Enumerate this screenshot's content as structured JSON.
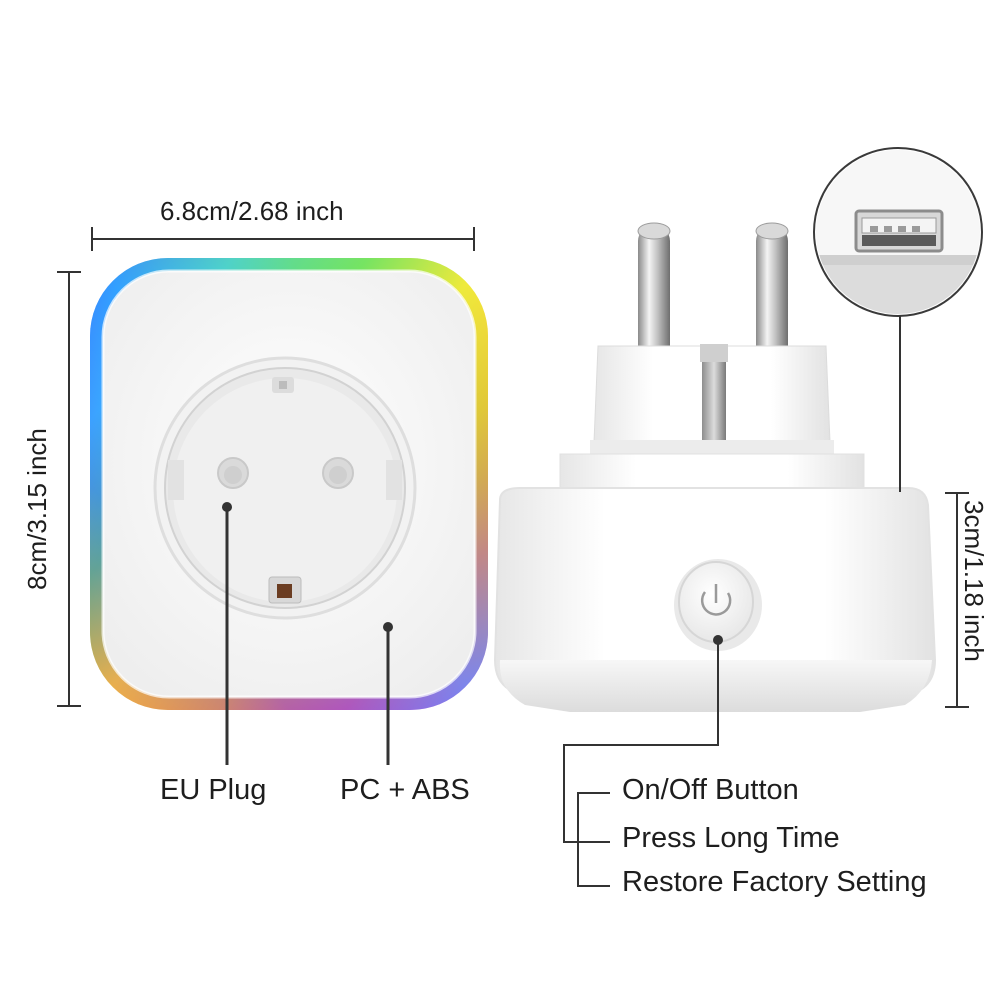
{
  "dimensions": {
    "width": "6.8cm/2.68 inch",
    "height": "8cm/3.15 inch",
    "depth": "3cm/1.18 inch"
  },
  "callouts": {
    "eu_plug": "EU Plug",
    "material": "PC + ABS",
    "on_off_button": "On/Off Button",
    "press_long_time": "Press Long Time",
    "restore_factory": "Restore Factory Setting"
  },
  "colors": {
    "led_ring": [
      "#3a5bff",
      "#27c7ff",
      "#35e07a",
      "#ffe63a",
      "#ff9a2e",
      "#ff3d8c",
      "#b04dff"
    ],
    "body": "#f2f2f2",
    "line": "#333333"
  }
}
